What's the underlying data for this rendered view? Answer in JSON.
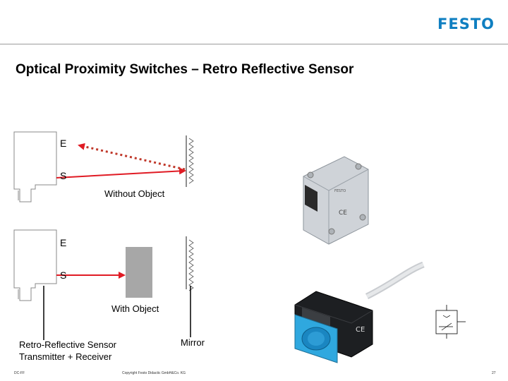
{
  "brand": {
    "logo_text": "FESTO",
    "color": "#0f7fc1"
  },
  "title": "Optical Proximity Switches – Retro Reflective Sensor",
  "diagram": {
    "top": {
      "receiver_label": "E",
      "sender_label": "S",
      "caption": "Without Object"
    },
    "bottom": {
      "receiver_label": "E",
      "sender_label": "S",
      "caption": "With Object"
    },
    "sensor_label_line1": "Retro-Reflective Sensor",
    "sensor_label_line2": "Transmitter + Receiver",
    "mirror_label": "Mirror",
    "beam_color": "#e01b24"
  },
  "footer": {
    "left": "DC-FF",
    "center": "Copyright Festo Didactic GmbH&Co. KG",
    "page": "27"
  }
}
